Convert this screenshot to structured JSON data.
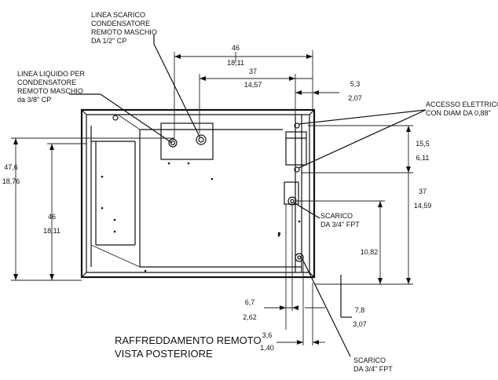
{
  "labels": {
    "drain_line": [
      "LINEA SCARICO",
      "CONDENSATORE",
      "REMOTO MASCHIO",
      "DA 1/2\" CP"
    ],
    "liquid_line": [
      "LINEA LIQUIDO PER",
      "CONDENSATORE",
      "REMOTO MASCHIO",
      "da 3/8\" CP"
    ],
    "electrical": [
      "ACCESSO ELETTRICO",
      "CON DIAM DA 0,88\""
    ],
    "drain_upper": [
      "SCARICO",
      "DA 3/4\" FPT"
    ],
    "drain_lower": [
      "SCARICO",
      "DA 3/4\" FPT"
    ]
  },
  "dimensions": {
    "d46_top": [
      "46",
      "18,11"
    ],
    "d37_top": [
      "37",
      "14,57"
    ],
    "d53": [
      "5,3",
      "2,07"
    ],
    "d155": [
      "15,5",
      "6,11"
    ],
    "d37_right": [
      "37",
      "14,59"
    ],
    "d1082": [
      "10,82"
    ],
    "d476": [
      "47,6",
      "18,76"
    ],
    "d46_left": [
      "46",
      "18,11"
    ],
    "d67": [
      "6,7",
      "2,62"
    ],
    "d78": [
      "7,8",
      "3,07"
    ],
    "d36": [
      "3,6",
      "1,40"
    ]
  },
  "title": [
    "RAFFREDDAMENTO REMOTO",
    "VISTA POSTERIORE"
  ]
}
